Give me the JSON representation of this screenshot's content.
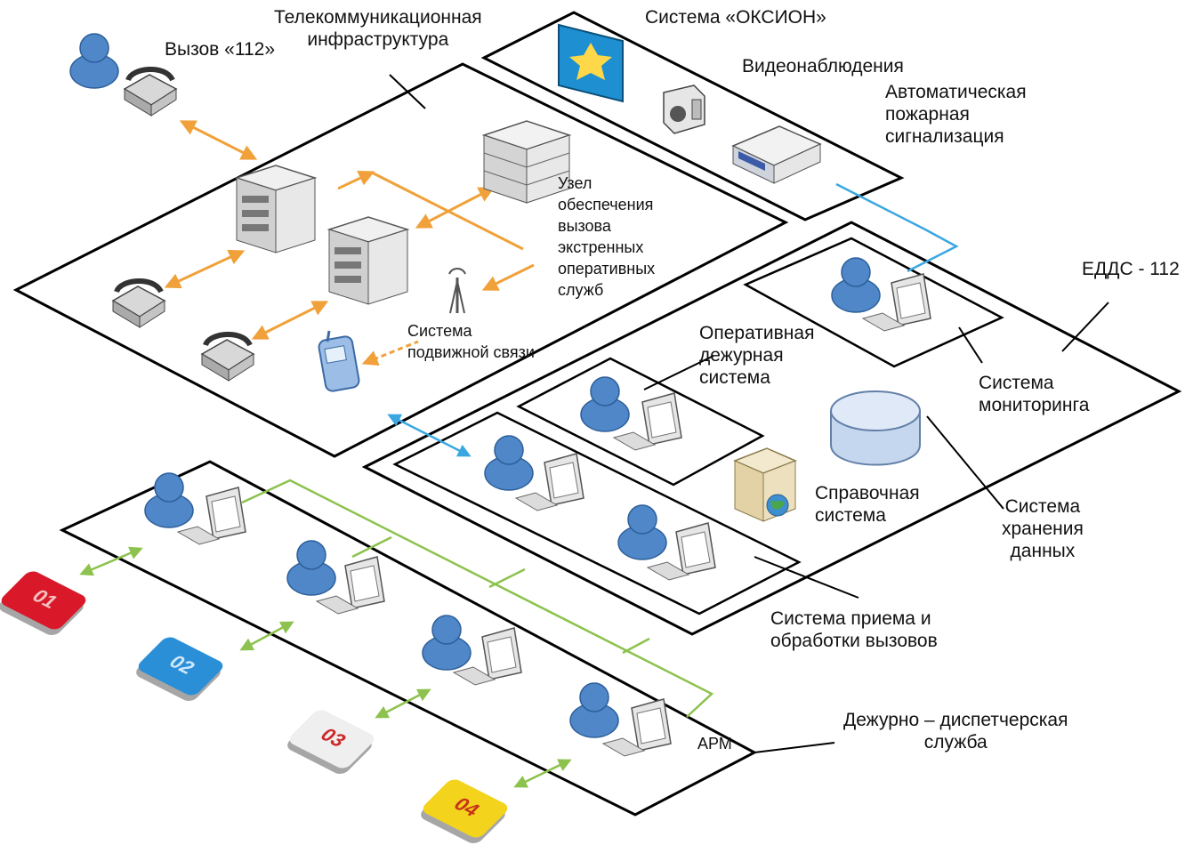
{
  "labels": {
    "call112": "Вызов «112»",
    "telecom": "Телекоммуникационная\nинфраструктура",
    "oksion": "Система «ОКСИОН»",
    "video": "Видеонаблюдения",
    "fire": "Автоматическая\nпожарная\nсигнализация",
    "node": "Узел\nобеспечения\nвызова\nэкстренных\nоперативных\nслужб",
    "mobile": "Система\nподвижной связи",
    "edds": "ЕДДС - 112",
    "operative": "Оперативная\nдежурная\nсистема",
    "monitoring": "Система\nмониторинга",
    "reference": "Справочная\nсистема",
    "storage": "Система\nхранения\nданных",
    "reception": "Система приема и\nобработки вызовов",
    "dispatch": "Дежурно – диспетчерская\nслужба",
    "arm": "АРМ"
  },
  "badges": [
    {
      "text": "01",
      "color": "#d9192a",
      "text_color": "#f4c0c0"
    },
    {
      "text": "02",
      "color": "#2a8fd6",
      "text_color": "#cfe7fb"
    },
    {
      "text": "03",
      "color": "#efefef",
      "text_color": "#cc2a2a"
    },
    {
      "text": "04",
      "color": "#f3d31c",
      "text_color": "#c6331c"
    }
  ],
  "colors": {
    "orange_link": "#f0a13a",
    "blue_link": "#3aa7e0",
    "green_link": "#8cc24d",
    "person": "#4f87c9",
    "outline": "#000000"
  }
}
